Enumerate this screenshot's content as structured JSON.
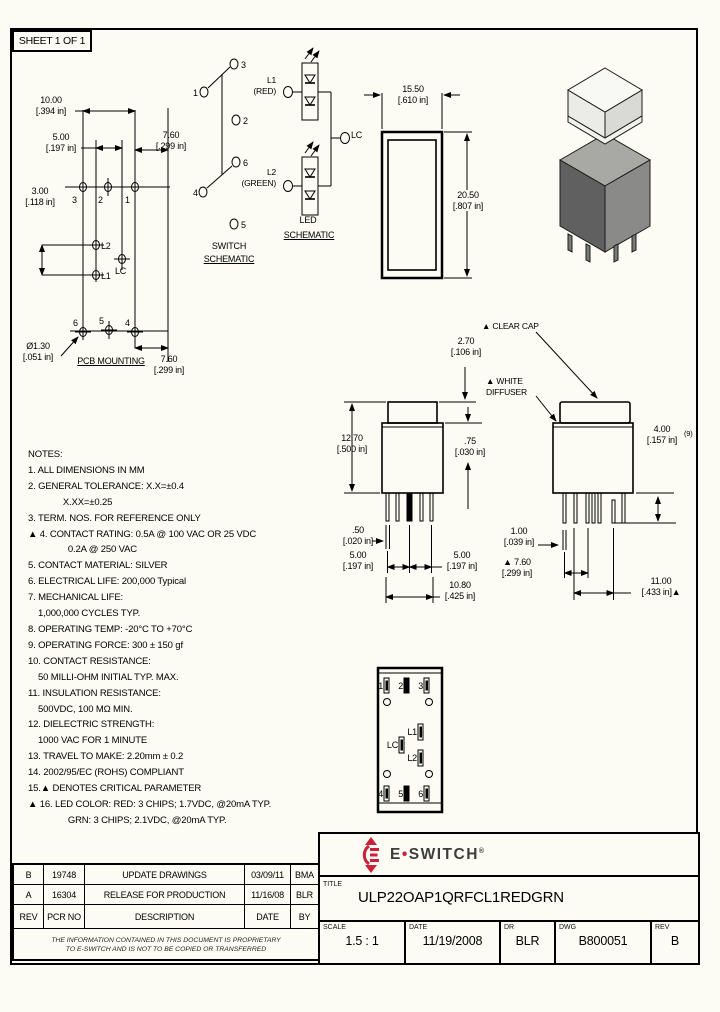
{
  "sheet_label": "SHEET 1 OF 1",
  "colors": {
    "brand_red": "#cc2036"
  },
  "dims": {
    "pcb_10": [
      "10.00",
      "[.394 in]"
    ],
    "pcb_5": [
      "5.00",
      "[.197 in]"
    ],
    "pcb_76_top": [
      "7.60",
      "[.299 in]"
    ],
    "pcb_3": [
      "3.00",
      "[.118 in]"
    ],
    "pcb_dia": [
      "Ø1.30",
      "[.051 in]"
    ],
    "pcb_76_bot": [
      "7.60",
      "[.299 in]"
    ],
    "front_w": [
      "15.50",
      "[.610 in]"
    ],
    "front_h": [
      "20.50",
      "[.807 in]"
    ],
    "cap_h": [
      "2.70",
      "[.106 in]"
    ],
    "body_h": [
      "12.70",
      "[.500 in]"
    ],
    "bezel": [
      ".75",
      "[.030 in]"
    ],
    "pin_w": [
      ".50",
      "[.020 in]"
    ],
    "pitch_l": [
      "5.00",
      "[.197 in]"
    ],
    "pitch_r": [
      "5.00",
      "[.197 in]"
    ],
    "span": [
      "10.80",
      "[.425 in]"
    ],
    "standoff": [
      "4.00",
      "[.157 in]"
    ],
    "standoff_note": "(9)",
    "pin_w2": [
      "1.00",
      "[.039 in]"
    ],
    "pitch2": [
      "▲ 7.60",
      "[.299 in]"
    ],
    "span2": [
      "11.00",
      "[.433 in]▲"
    ]
  },
  "labels": {
    "pcb_mounting": "PCB MOUNTING",
    "switch_1": "SWITCH",
    "switch_2": "SCHEMATIC",
    "led_1": "LED",
    "led_2": "SCHEMATIC",
    "clear_cap": "▲ CLEAR CAP",
    "white_diffuser": [
      "▲ WHITE",
      "DIFFUSER"
    ]
  },
  "pcb": {
    "r1": [
      "3",
      "2",
      "1"
    ],
    "led": [
      "L2",
      "L1",
      "LC"
    ],
    "r2": [
      "6",
      "5",
      "4"
    ]
  },
  "sw_pins": {
    "p3": "3",
    "p1": "1",
    "p2": "2",
    "p6": "6",
    "p4": "4",
    "p5": "5"
  },
  "led": {
    "l1": [
      "L1",
      "(RED)"
    ],
    "l2": [
      "L2",
      "(GREEN)"
    ],
    "lc": "LC"
  },
  "bv": {
    "t": [
      "1",
      "2",
      "3"
    ],
    "m": [
      "L1",
      "LC",
      "L2"
    ],
    "b": [
      "4",
      "5",
      "6"
    ]
  },
  "notes": {
    "lines": [
      "NOTES:",
      "1. ALL DIMENSIONS IN MM",
      "2. GENERAL TOLERANCE: X.X=±0.4",
      "              X.XX=±0.25",
      "3. TERM. NOS. FOR REFERENCE ONLY",
      "▲ 4. CONTACT RATING: 0.5A @ 100 VAC OR 25 VDC",
      "                0.2A @ 250 VAC",
      "5. CONTACT MATERIAL: SILVER",
      "6. ELECTRICAL LIFE: 200,000 Typical",
      "7. MECHANICAL LIFE:",
      "    1,000,000 CYCLES TYP.",
      "8. OPERATING TEMP: -20°C TO +70°C",
      "9. OPERATING FORCE: 300 ± 150 gf",
      "10. CONTACT RESISTANCE:",
      "    50 MILLI-OHM INITIAL TYP. MAX.",
      "11. INSULATION RESISTANCE:",
      "    500VDC, 100 MΩ MIN.",
      "12. DIELECTRIC STRENGTH:",
      "    1000 VAC FOR 1 MINUTE",
      "13. TRAVEL TO MAKE: 2.20mm ± 0.2",
      "14. 2002/95/EC (ROHS) COMPLIANT",
      "15.▲ DENOTES CRITICAL PARAMETER",
      "▲ 16. LED COLOR: RED: 3 CHIPS; 1.7VDC, @20mA TYP.",
      "                GRN: 3 CHIPS; 2.1VDC, @20mA TYP."
    ]
  },
  "title_block": {
    "brand_e": "E",
    "brand_dot": "•",
    "brand_switch": "SWITCH",
    "brand_reg": "®",
    "title_label": "TITLE",
    "title": "ULP22OAP1QRFCL1REDGRN",
    "scale_label": "SCALE",
    "scale": "1.5 : 1",
    "date_label": "DATE",
    "date": "11/19/2008",
    "dr_label": "DR",
    "dr": "BLR",
    "dwg_label": "DWG",
    "dwg": "B800051",
    "rev_label": "REV",
    "rev": "B"
  },
  "revision_table": {
    "header": {
      "rev": "REV",
      "pcr": "PCR NO",
      "desc": "DESCRIPTION",
      "date": "DATE",
      "by": "BY"
    },
    "rows": [
      {
        "rev": "B",
        "pcr": "19748",
        "desc": "UPDATE DRAWINGS",
        "date": "03/09/11",
        "by": "BMA"
      },
      {
        "rev": "A",
        "pcr": "16304",
        "desc": "RELEASE FOR PRODUCTION",
        "date": "11/16/08",
        "by": "BLR"
      }
    ],
    "proprietary": [
      "THE INFORMATION CONTAINED IN THIS DOCUMENT IS PROPRIETARY",
      "TO E-SWITCH AND IS NOT TO BE COPIED OR TRANSFERRED"
    ]
  }
}
